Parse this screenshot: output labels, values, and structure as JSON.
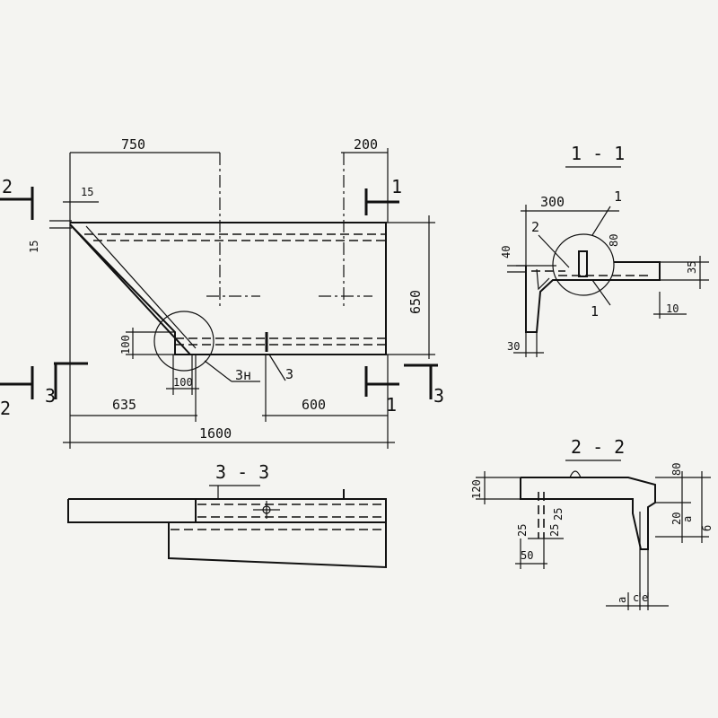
{
  "plan": {
    "dims": {
      "top_left": "750",
      "top_right": "200",
      "corner_offset": "15",
      "left_offset": "15",
      "height": "650",
      "strip_height": "100",
      "strip_width": "100",
      "bottom_left": "635",
      "bottom_right": "600",
      "overall": "1600"
    },
    "cut_marks": {
      "section_1": "1",
      "section_2": "2",
      "section_3": "3"
    },
    "callouts": {
      "node": "3н",
      "item": "3"
    }
  },
  "section_1_1": {
    "title": "1 - 1",
    "dims": {
      "width": "300",
      "rise": "40",
      "pin": "80",
      "lip": "35",
      "step": "10",
      "wall": "30"
    },
    "callouts": {
      "top": "1",
      "left": "2",
      "bottom": "1"
    }
  },
  "section_2_2": {
    "title": "2 - 2",
    "dims": {
      "thickness": "120",
      "top": "80",
      "mid": "20",
      "a": "a",
      "b": "б",
      "notch_a": "25",
      "notch_b": "25",
      "notch_c": "25",
      "base": "50",
      "bottom_a": "a",
      "bottom_c": "c",
      "bottom_e": "e"
    }
  },
  "section_3_3": {
    "title": "3 - 3"
  }
}
